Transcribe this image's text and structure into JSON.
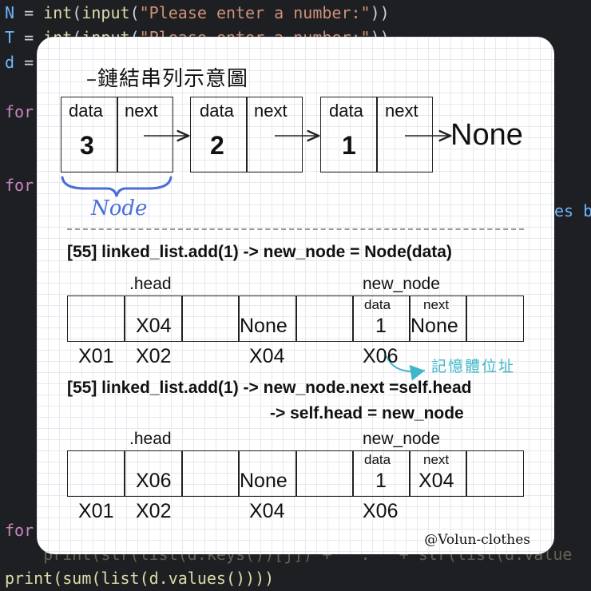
{
  "background_code": {
    "line1": {
      "var": "N",
      "rest_pre": " = ",
      "fn": "int",
      "rest_mid": "(",
      "fn2": "input",
      "rest_b": "(",
      "str": "\"Please enter a number:\"",
      "rest_c": "))"
    },
    "line2": {
      "var": "T",
      "rest_pre": " = ",
      "fn": "int",
      "rest_mid": "(",
      "fn2": "input",
      "rest_b": "(",
      "str": "\"Please enter a number:\"",
      "rest_c": "))"
    },
    "line3": {
      "var": "d",
      "rest": " ="
    },
    "for1": "for",
    "for2": "for",
    "for3": "for",
    "right_fragment": "es b",
    "print_line_dim": "    print(str(list(d.keys())[j]) + \" : \" + str(list(d.value",
    "print_line": "print(sum(list(d.values())))"
  },
  "diagram": {
    "title": "–鏈結串列示意圖",
    "nodes": [
      {
        "field1": "data",
        "field2": "next",
        "value": "3"
      },
      {
        "field1": "data",
        "field2": "next",
        "value": "2"
      },
      {
        "field1": "data",
        "field2": "next",
        "value": "1"
      }
    ],
    "terminal": "None",
    "node_label": "Node"
  },
  "step1": {
    "command": "[55] linked_list.add(1) -> new_node = Node(data)",
    "head_label": ".head",
    "new_node_label": "new_node",
    "cells": {
      "c2": "X04",
      "c4": "None",
      "data_label": "data",
      "data_value": "1",
      "next_label": "next",
      "next_value": "None"
    },
    "addresses": [
      "X01",
      "X02",
      "X04",
      "X06"
    ],
    "note": "記憶體位址"
  },
  "step2": {
    "command_line1": "[55] linked_list.add(1) -> new_node.next =self.head",
    "command_line2": "-> self.head = new_node",
    "head_label": ".head",
    "new_node_label": "new_node",
    "cells": {
      "c2": "X06",
      "c4": "None",
      "data_label": "data",
      "data_value": "1",
      "next_label": "next",
      "next_value": "X04"
    },
    "addresses": [
      "X01",
      "X02",
      "X04",
      "X06"
    ]
  },
  "watermark": "@Volun-clothes",
  "colors": {
    "background": "#1e1f22",
    "card": "#ffffff",
    "brace": "#4a6fd6",
    "note": "#3fb6c9"
  }
}
